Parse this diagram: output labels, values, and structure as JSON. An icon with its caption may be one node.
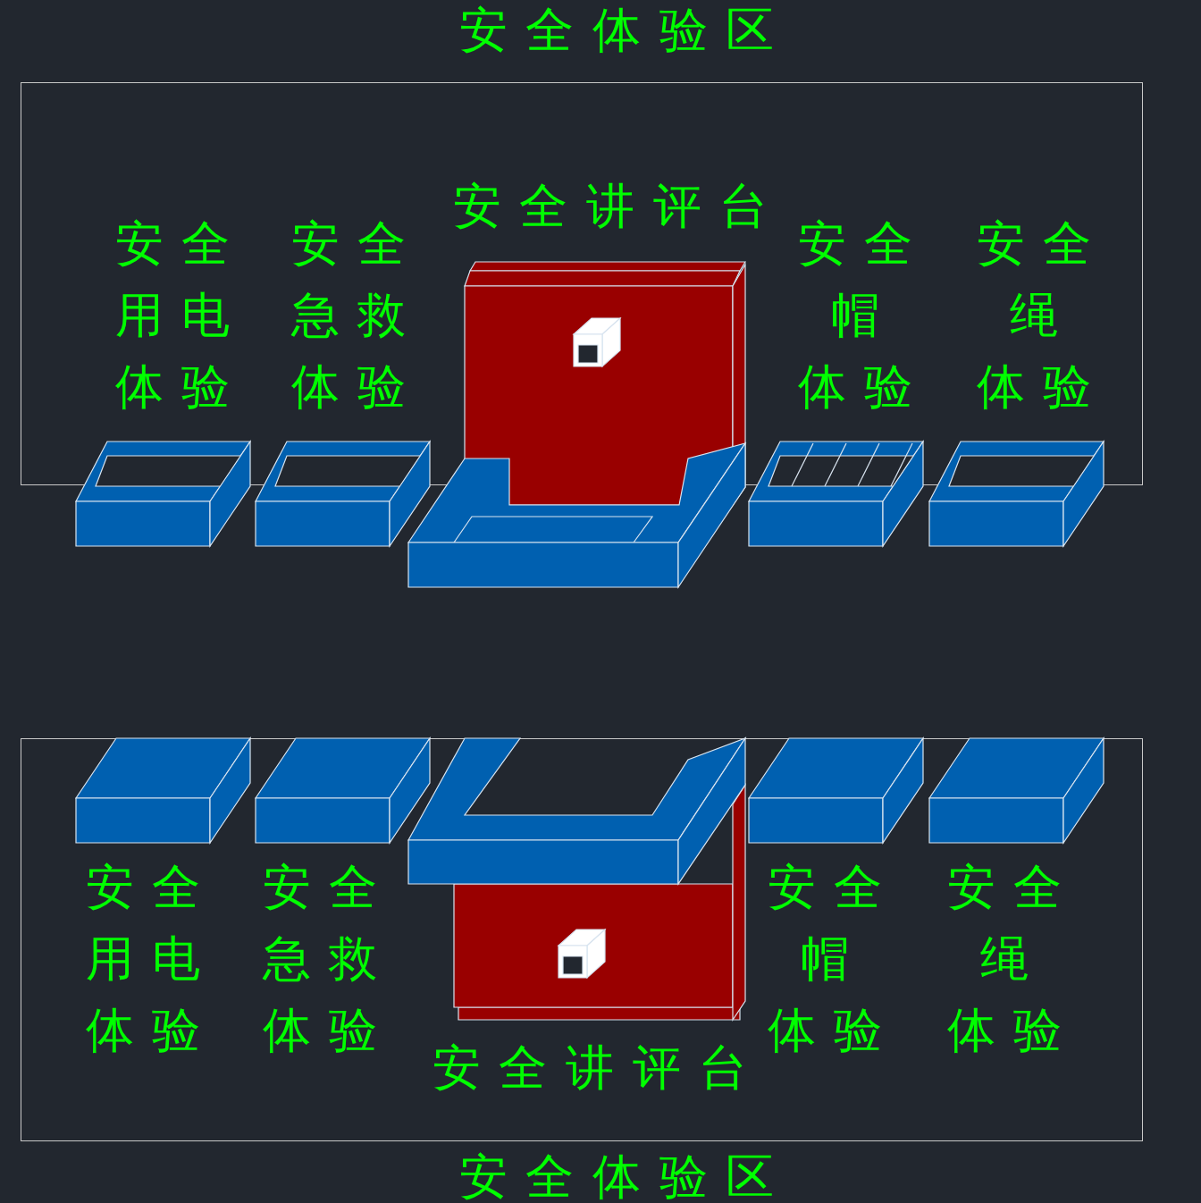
{
  "diagram": {
    "nodes": [
      {
        "text": [
          "安全体验区"
        ]
      },
      {
        "text": [
          "安全体验区"
        ]
      }
    ],
    "labels": [
      "安全讲评台",
      "安全",
      "安全",
      "安全",
      "安全",
      "用电",
      "急救",
      "帽",
      "绳",
      "体验",
      "体验",
      "体验",
      "体验",
      "安全",
      "安全",
      "安全",
      "安全",
      "用电",
      "急救",
      "帽",
      "绳",
      "体验",
      "体验",
      "体验",
      "体验",
      "安全讲评台"
    ]
  }
}
